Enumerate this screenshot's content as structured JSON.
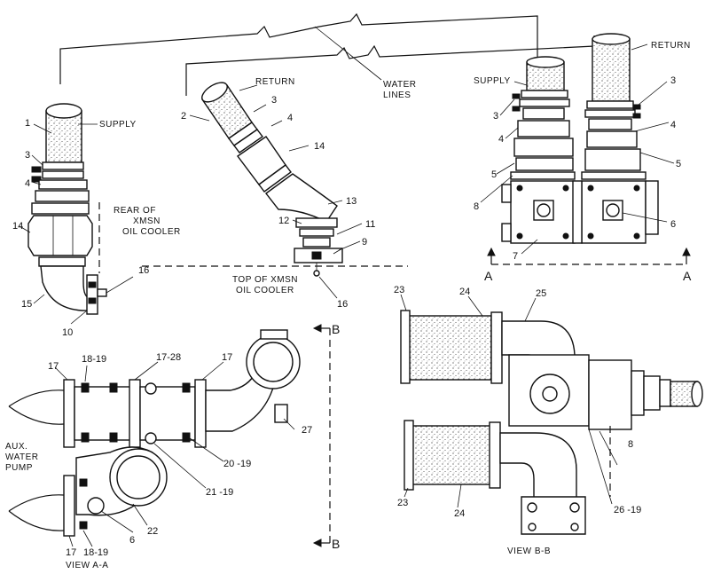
{
  "callouts": {
    "c1": "1",
    "c2": "2",
    "c3a": "3",
    "c3b": "3",
    "c3c": "3",
    "c3d": "3",
    "c4a": "4",
    "c4b": "4",
    "c4c": "4",
    "c4d": "4",
    "c5a": "5",
    "c5b": "5",
    "c6a": "6",
    "c6b": "6",
    "c7": "7",
    "c8a": "8",
    "c8b": "8",
    "c9": "9",
    "c10": "10",
    "c11": "11",
    "c12": "12",
    "c13": "13",
    "c14a": "14",
    "c14b": "14",
    "c15": "15",
    "c16a": "16",
    "c16b": "16",
    "c17a": "17",
    "c17b": "17",
    "c17c": "17",
    "c17_28": "17-28",
    "c18_19a": "18-19",
    "c18_19b": "18-19",
    "c20_19": "20 -19",
    "c21_19": "21 -19",
    "c22": "22",
    "c23a": "23",
    "c23b": "23",
    "c24a": "24",
    "c24b": "24",
    "c25": "25",
    "c26_19": "26 -19",
    "c27": "27"
  },
  "labels": {
    "supply_left": "SUPPLY",
    "return_mid": "RETURN",
    "water_lines": "WATER\nLINES",
    "supply_right": "SUPPLY",
    "return_right": "RETURN",
    "rear_cooler": "REAR OF\nXMSN\nOIL COOLER",
    "top_cooler": "TOP OF XMSN\nOIL COOLER",
    "aux_pump": "AUX.\nWATER\nPUMP",
    "view_aa": "VIEW A-A",
    "view_bb": "VIEW B-B",
    "sec_a_left": "A",
    "sec_a_right": "A",
    "sec_b_top": "B",
    "sec_b_bottom": "B"
  }
}
